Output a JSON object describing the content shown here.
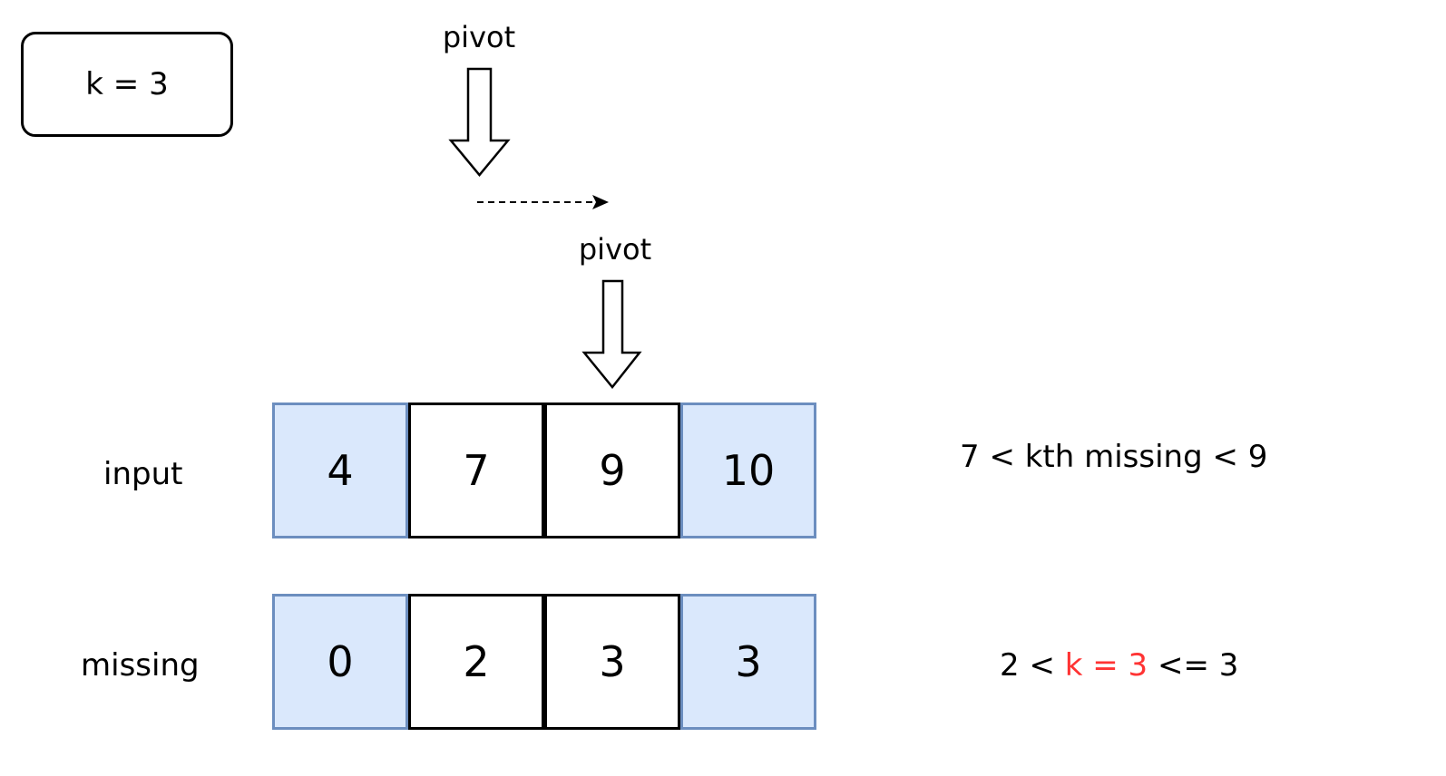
{
  "k_box": {
    "text": "k = 3"
  },
  "pivots": [
    {
      "label": "pivot"
    },
    {
      "label": "pivot"
    }
  ],
  "rows": [
    {
      "label": "input",
      "cells": [
        "4",
        "7",
        "9",
        "10"
      ],
      "highlight": [
        true,
        false,
        false,
        true
      ]
    },
    {
      "label": "missing",
      "cells": [
        "0",
        "2",
        "3",
        "3"
      ],
      "highlight": [
        true,
        false,
        false,
        true
      ]
    }
  ],
  "notes": {
    "input": "7 < kth missing < 9",
    "missing": {
      "prefix": "2 < ",
      "highlight": "k = 3",
      "suffix": " <= 3"
    }
  },
  "colors": {
    "highlight_fill": "#dae8fc",
    "highlight_border": "#6c8ebf",
    "emphasis_text": "#ff3333"
  }
}
